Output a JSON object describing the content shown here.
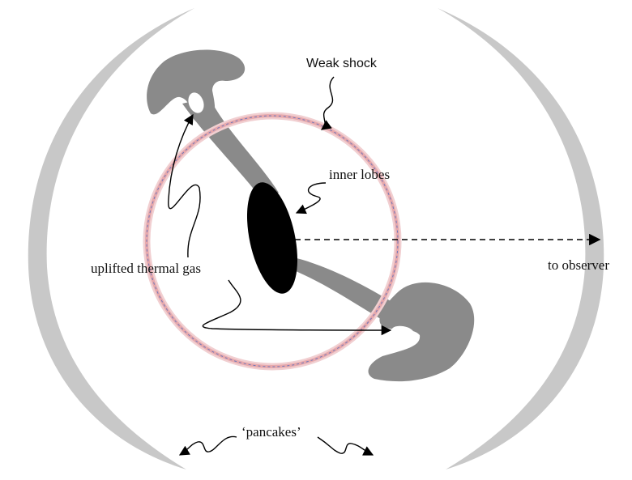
{
  "labels": {
    "weak_shock": "Weak shock",
    "inner_lobes": "inner lobes",
    "uplifted_thermal_gas": "uplifted thermal gas",
    "to_observer": "to observer",
    "pancakes": "‘pancakes’"
  },
  "colors": {
    "pancake_shell": "#c8c8c8",
    "lobe_gray": "#8a8a8a",
    "core_black": "#000000",
    "shock_ring_glow": "#e7a9ad",
    "shock_ring_dash": "#6f78b8",
    "arrow_black": "#000000"
  }
}
